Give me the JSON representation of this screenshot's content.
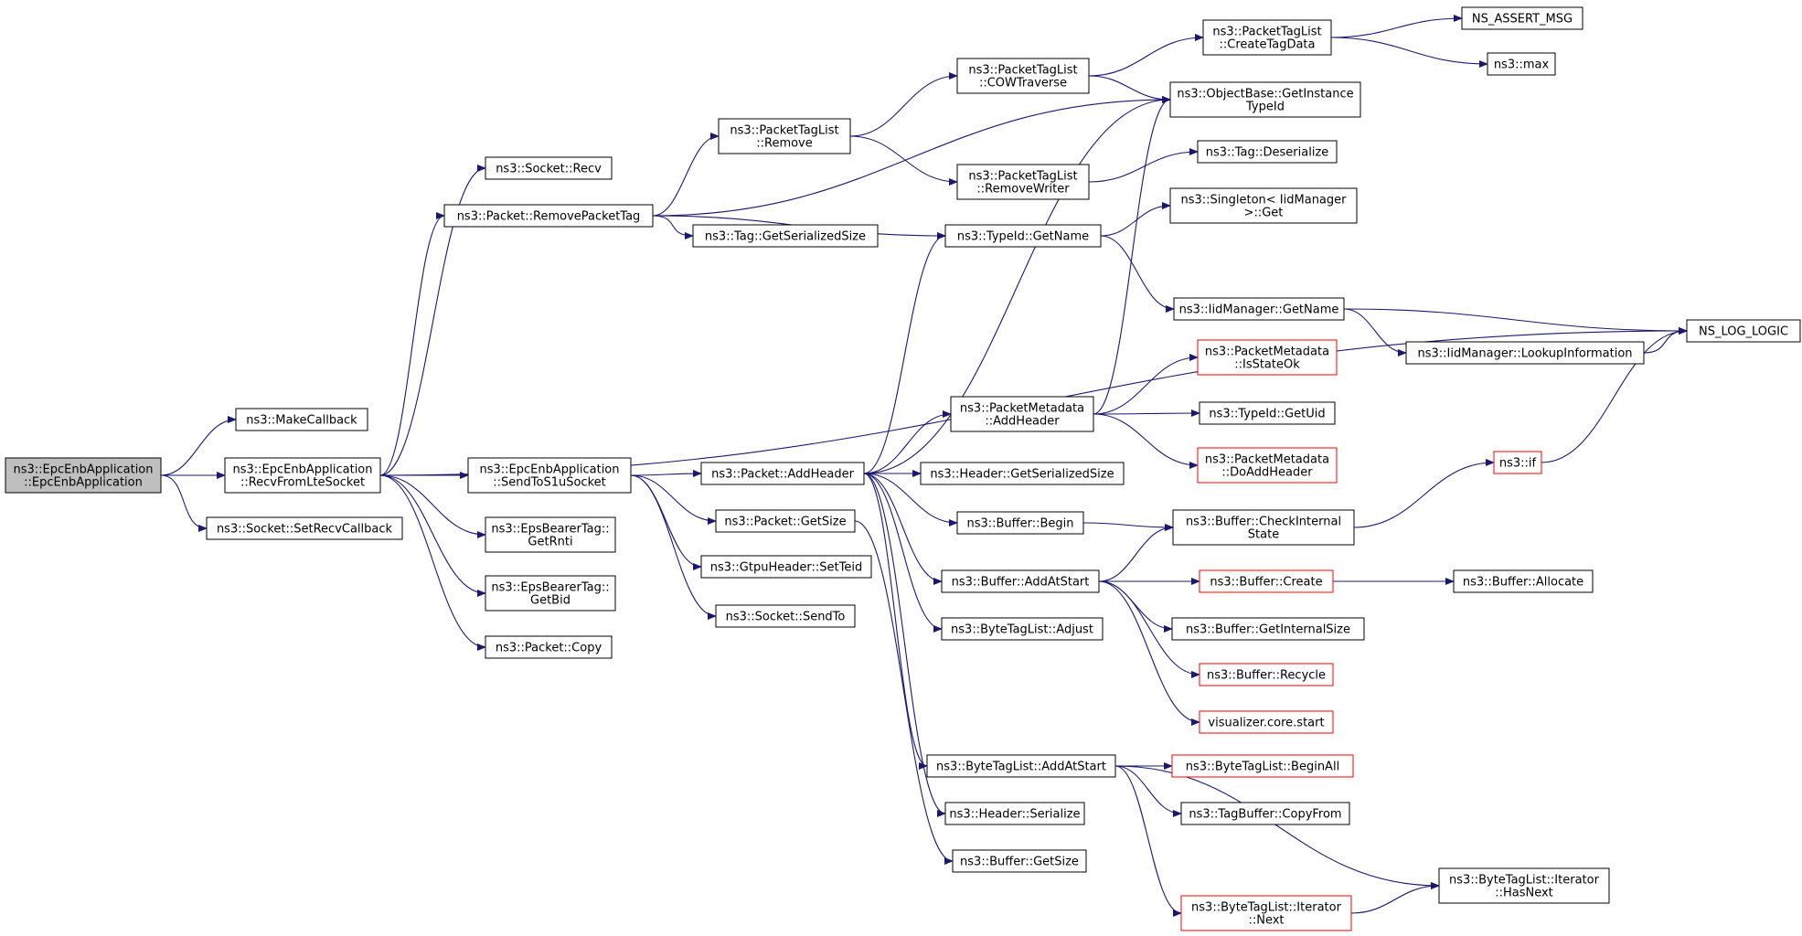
{
  "colors": {
    "edge": "#191970",
    "root_fill": "#bfbfbf",
    "truncated_border": "#ff0000",
    "border": "#000000"
  },
  "nodes": [
    {
      "id": "n0",
      "lines": [
        "ns3::EpcEnbApplication",
        "::EpcEnbApplication"
      ],
      "root": true
    },
    {
      "id": "n1",
      "lines": [
        "ns3::MakeCallback"
      ]
    },
    {
      "id": "n2",
      "lines": [
        "ns3::EpcEnbApplication",
        "::RecvFromLteSocket"
      ]
    },
    {
      "id": "n3",
      "lines": [
        "ns3::Socket::SetRecvCallback"
      ]
    },
    {
      "id": "n4",
      "lines": [
        "ns3::Socket::Recv"
      ]
    },
    {
      "id": "n5",
      "lines": [
        "ns3::Packet::RemovePacketTag"
      ]
    },
    {
      "id": "n6",
      "lines": [
        "ns3::EpcEnbApplication",
        "::SendToS1uSocket"
      ]
    },
    {
      "id": "n7",
      "lines": [
        "ns3::EpsBearerTag::",
        "GetRnti"
      ]
    },
    {
      "id": "n8",
      "lines": [
        "ns3::EpsBearerTag::",
        "GetBid"
      ]
    },
    {
      "id": "n9",
      "lines": [
        "ns3::Packet::Copy"
      ]
    },
    {
      "id": "n10",
      "lines": [
        "ns3::PacketTagList",
        "::Remove"
      ]
    },
    {
      "id": "n11",
      "lines": [
        "ns3::Tag::GetSerializedSize"
      ]
    },
    {
      "id": "n12",
      "lines": [
        "ns3::Packet::AddHeader"
      ]
    },
    {
      "id": "n13",
      "lines": [
        "ns3::Packet::GetSize"
      ]
    },
    {
      "id": "n14",
      "lines": [
        "ns3::GtpuHeader::SetTeid"
      ]
    },
    {
      "id": "n15",
      "lines": [
        "ns3::Socket::SendTo"
      ]
    },
    {
      "id": "n16",
      "lines": [
        "ns3::PacketTagList",
        "::COWTraverse"
      ]
    },
    {
      "id": "n17",
      "lines": [
        "ns3::PacketTagList",
        "::RemoveWriter"
      ]
    },
    {
      "id": "n18",
      "lines": [
        "ns3::TypeId::GetName"
      ]
    },
    {
      "id": "n19",
      "lines": [
        "ns3::PacketMetadata",
        "::AddHeader"
      ]
    },
    {
      "id": "n20",
      "lines": [
        "ns3::Header::GetSerializedSize"
      ]
    },
    {
      "id": "n21",
      "lines": [
        "ns3::Buffer::Begin"
      ]
    },
    {
      "id": "n22",
      "lines": [
        "ns3::Buffer::AddAtStart"
      ]
    },
    {
      "id": "n23",
      "lines": [
        "ns3::ByteTagList::Adjust"
      ]
    },
    {
      "id": "n24",
      "lines": [
        "ns3::ByteTagList::AddAtStart"
      ]
    },
    {
      "id": "n25",
      "lines": [
        "ns3::Header::Serialize"
      ]
    },
    {
      "id": "n26",
      "lines": [
        "ns3::Buffer::GetSize"
      ]
    },
    {
      "id": "n27",
      "lines": [
        "ns3::PacketTagList",
        "::CreateTagData"
      ]
    },
    {
      "id": "n28",
      "lines": [
        "ns3::ObjectBase::GetInstance",
        "TypeId"
      ]
    },
    {
      "id": "n29",
      "lines": [
        "ns3::Tag::Deserialize"
      ]
    },
    {
      "id": "n30",
      "lines": [
        "ns3::Singleton< IidManager",
        " >::Get"
      ]
    },
    {
      "id": "n31",
      "lines": [
        "ns3::IidManager::GetName"
      ]
    },
    {
      "id": "n32",
      "lines": [
        "ns3::PacketMetadata",
        "::IsStateOk"
      ],
      "red": true
    },
    {
      "id": "n33",
      "lines": [
        "ns3::TypeId::GetUid"
      ]
    },
    {
      "id": "n34",
      "lines": [
        "ns3::PacketMetadata",
        "::DoAddHeader"
      ],
      "red": true
    },
    {
      "id": "n35",
      "lines": [
        "ns3::Buffer::CheckInternal",
        "State"
      ]
    },
    {
      "id": "n36",
      "lines": [
        "ns3::Buffer::Create"
      ],
      "red": true
    },
    {
      "id": "n37",
      "lines": [
        "ns3::Buffer::GetInternalSize"
      ]
    },
    {
      "id": "n38",
      "lines": [
        "ns3::Buffer::Recycle"
      ],
      "red": true
    },
    {
      "id": "n39",
      "lines": [
        "visualizer.core.start"
      ],
      "red": true
    },
    {
      "id": "n40",
      "lines": [
        "ns3::ByteTagList::BeginAll"
      ],
      "red": true
    },
    {
      "id": "n41",
      "lines": [
        "ns3::TagBuffer::CopyFrom"
      ]
    },
    {
      "id": "n42",
      "lines": [
        "ns3::ByteTagList::Iterator",
        "::Next"
      ],
      "red": true
    },
    {
      "id": "n43",
      "lines": [
        "NS_ASSERT_MSG"
      ]
    },
    {
      "id": "n44",
      "lines": [
        "ns3::max"
      ]
    },
    {
      "id": "n45",
      "lines": [
        "NS_LOG_LOGIC"
      ]
    },
    {
      "id": "n46",
      "lines": [
        "ns3::IidManager::LookupInformation"
      ]
    },
    {
      "id": "n47",
      "lines": [
        "ns3::if"
      ],
      "red": true
    },
    {
      "id": "n48",
      "lines": [
        "ns3::Buffer::Allocate"
      ]
    },
    {
      "id": "n49",
      "lines": [
        "ns3::ByteTagList::Iterator",
        "::HasNext"
      ]
    }
  ],
  "edges": [
    [
      "n0",
      "n1"
    ],
    [
      "n0",
      "n2"
    ],
    [
      "n0",
      "n3"
    ],
    [
      "n2",
      "n4"
    ],
    [
      "n2",
      "n5"
    ],
    [
      "n2",
      "n6"
    ],
    [
      "n2",
      "n7"
    ],
    [
      "n2",
      "n8"
    ],
    [
      "n2",
      "n9"
    ],
    [
      "n2",
      "n45"
    ],
    [
      "n5",
      "n10"
    ],
    [
      "n5",
      "n11"
    ],
    [
      "n5",
      "n18"
    ],
    [
      "n5",
      "n28"
    ],
    [
      "n6",
      "n12"
    ],
    [
      "n6",
      "n13"
    ],
    [
      "n6",
      "n14"
    ],
    [
      "n6",
      "n15"
    ],
    [
      "n10",
      "n16"
    ],
    [
      "n10",
      "n17"
    ],
    [
      "n16",
      "n27"
    ],
    [
      "n16",
      "n28"
    ],
    [
      "n27",
      "n43"
    ],
    [
      "n27",
      "n44"
    ],
    [
      "n17",
      "n29"
    ],
    [
      "n18",
      "n30"
    ],
    [
      "n18",
      "n31"
    ],
    [
      "n31",
      "n45"
    ],
    [
      "n31",
      "n46"
    ],
    [
      "n46",
      "n45"
    ],
    [
      "n12",
      "n28"
    ],
    [
      "n12",
      "n18"
    ],
    [
      "n12",
      "n19"
    ],
    [
      "n12",
      "n20"
    ],
    [
      "n12",
      "n21"
    ],
    [
      "n12",
      "n22"
    ],
    [
      "n12",
      "n23"
    ],
    [
      "n12",
      "n24"
    ],
    [
      "n12",
      "n25"
    ],
    [
      "n13",
      "n26"
    ],
    [
      "n19",
      "n28"
    ],
    [
      "n19",
      "n32"
    ],
    [
      "n19",
      "n33"
    ],
    [
      "n19",
      "n34"
    ],
    [
      "n21",
      "n35"
    ],
    [
      "n22",
      "n35"
    ],
    [
      "n22",
      "n36"
    ],
    [
      "n22",
      "n37"
    ],
    [
      "n22",
      "n38"
    ],
    [
      "n22",
      "n39"
    ],
    [
      "n35",
      "n47"
    ],
    [
      "n47",
      "n45"
    ],
    [
      "n36",
      "n48"
    ],
    [
      "n24",
      "n40"
    ],
    [
      "n24",
      "n41"
    ],
    [
      "n24",
      "n42"
    ],
    [
      "n24",
      "n49"
    ],
    [
      "n42",
      "n49"
    ]
  ]
}
